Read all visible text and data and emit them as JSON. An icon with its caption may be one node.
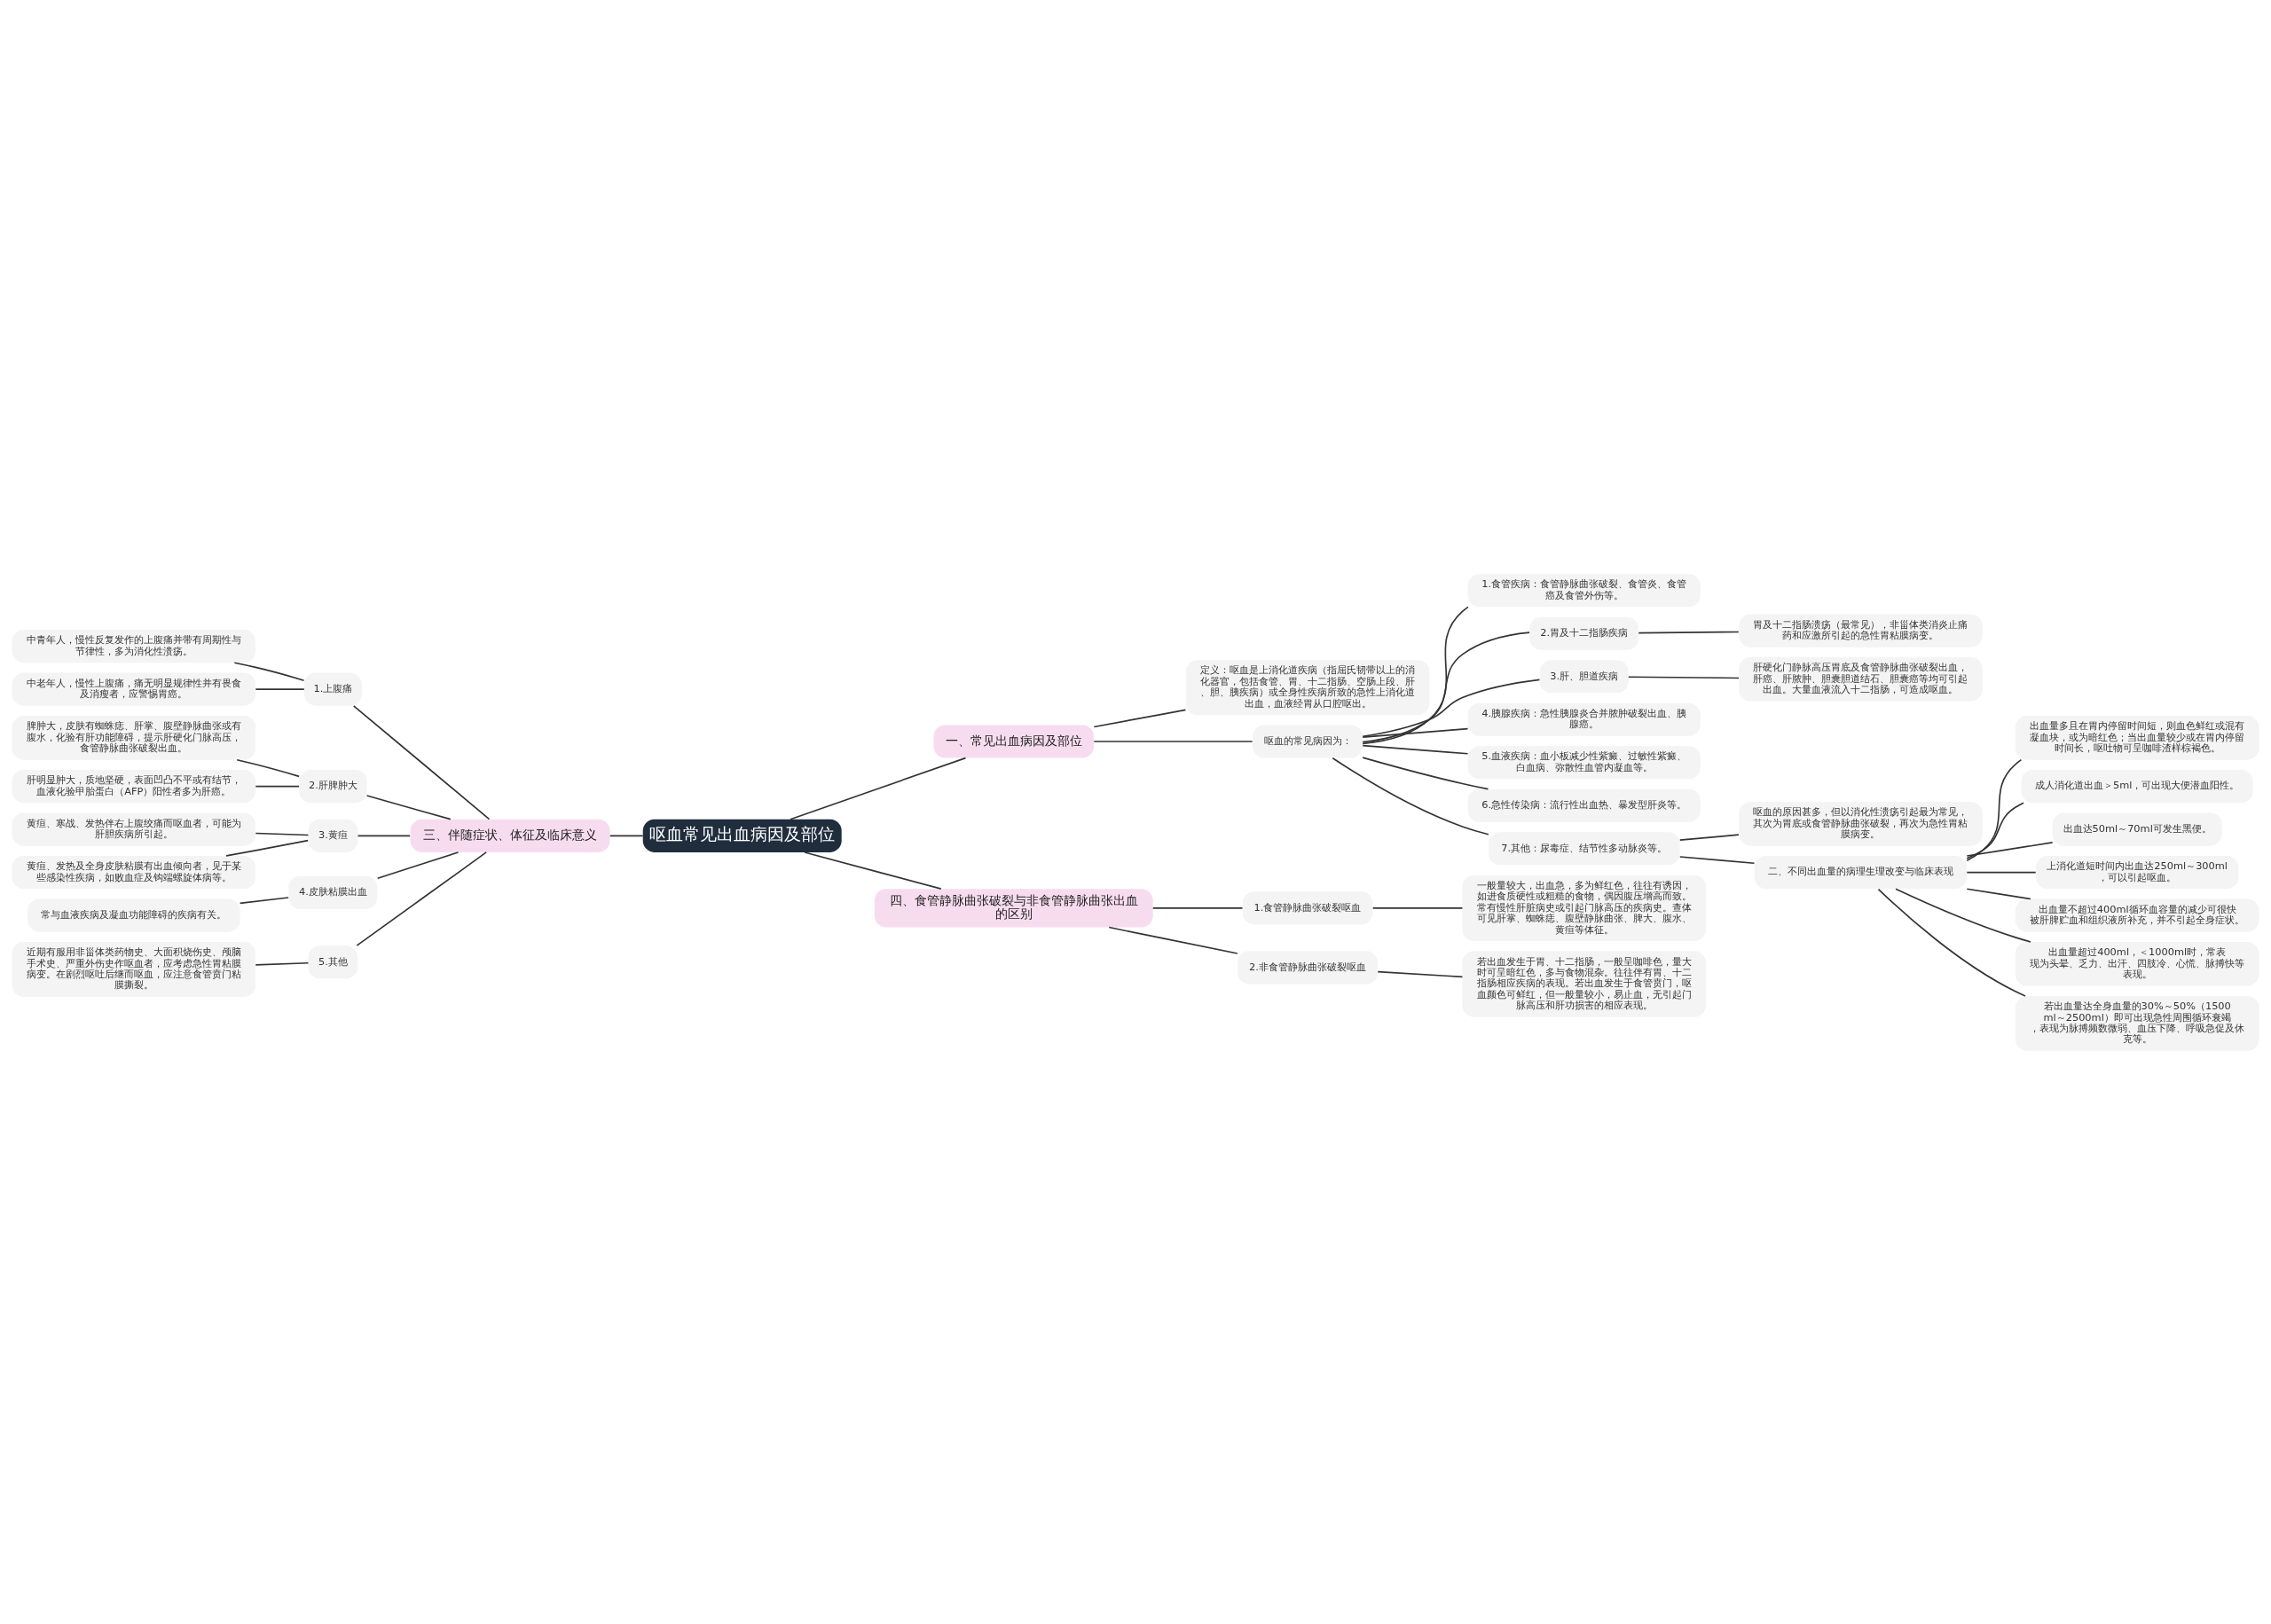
{
  "diagram": {
    "nodes": [
      {
        "text": [
          "呕血常见出血病因及部位"
        ]
      },
      {
        "text": [
          "一、常见出血病因及部位"
        ]
      },
      {
        "text": [
          "定义：呕血是上消化道疾病（指屈氏韧带以上的消化器官，包括食管、胃、十二指肠、空肠上段、肝、胆、胰疾病）或全身性疾病所致的急性上消化道出血，血液经胃从口腔呕出。"
        ]
      },
      {
        "text": [
          "呕血的常见病因为："
        ]
      },
      {
        "text": [
          "1.食管疾病：食管静脉曲张破裂、食管炎、食管癌及食管外伤等。"
        ]
      },
      {
        "text": [
          "2.胃及十二指肠疾病"
        ]
      },
      {
        "text": [
          "胃及十二指肠溃疡（最常见），非甾体类消炎止痛药和应激所引起的急性胃粘膜病变。"
        ]
      },
      {
        "text": [
          "3.肝、胆道疾病"
        ]
      },
      {
        "text": [
          "肝硬化门静脉高压胃底及食管静脉曲张破裂出血，肝癌、肝脓肿、胆囊胆道结石、胆囊癌等均可引起出血。大量血液流入十二指肠，可造成呕血。"
        ]
      },
      {
        "text": [
          "4.胰腺疾病：急性胰腺炎合并脓肿破裂出血、胰腺癌。"
        ]
      },
      {
        "text": [
          "5.血液疾病：血小板减少性紫癜、过敏性紫癜、白血病、弥散性血管内凝血等。"
        ]
      },
      {
        "text": [
          "6.急性传染病：流行性出血热、暴发型肝炎等。"
        ]
      },
      {
        "text": [
          "7.其他：尿毒症、结节性多动脉炎等。"
        ]
      },
      {
        "text": [
          "呕血的原因甚多，但以消化性溃疡引起最为常见，其次为胃底或食管静脉曲张破裂，再次为急性胃粘膜病变。"
        ]
      },
      {
        "text": [
          "二、不同出血量的病理生理改变与临床表现"
        ]
      },
      {
        "text": [
          "出血量多且在胃内停留时间短，则血色鲜红或混有凝血块，或为暗红色；当出血量较少或在胃内停留时间长，呕吐物可呈咖啡渣样棕褐色。"
        ]
      },
      {
        "text": [
          "成人消化道出血＞5ml，可出现大便潜血阳性。"
        ]
      },
      {
        "text": [
          "出血达50ml～70ml可发生黑便。"
        ]
      },
      {
        "text": [
          "上消化道短时间内出血达250ml～300ml，可以引起呕血。"
        ]
      },
      {
        "text": [
          "出血量不超过400ml循环血容量的减少可很快被肝脾贮血和组织液所补充，并不引起全身症状。"
        ]
      },
      {
        "text": [
          "出血量超过400ml，＜1000ml时，常表现为头晕、乏力、出汗、四肢冷、心慌、脉搏快等表现。"
        ]
      },
      {
        "text": [
          "若出血量达全身血量的30%～50%（1500ml～2500ml）即可出现急性周围循环衰竭，表现为脉搏频数微弱、血压下降、呼吸急促及休克等。"
        ]
      },
      {
        "text": [
          "四、食管静脉曲张破裂与非食管静脉曲张出血的区别"
        ]
      },
      {
        "text": [
          "1.食管静脉曲张破裂呕血"
        ]
      },
      {
        "text": [
          "一般量较大，出血急，多为鲜红色，往往有诱因，如进食质硬性或粗糙的食物，偶因腹压增高而致。常有慢性肝脏病史或引起门脉高压的疾病史。查体可见肝掌、蜘蛛痣、腹壁静脉曲张、脾大、腹水、黄疸等体征。"
        ]
      },
      {
        "text": [
          "2.非食管静脉曲张破裂呕血"
        ]
      },
      {
        "text": [
          "若出血发生于胃、十二指肠，一般呈咖啡色，量大时可呈暗红色，多与食物混杂。往往伴有胃、十二指肠相应疾病的表现。若出血发生于食管贲门，呕血颜色可鲜红，但一般量较小，易止血，无引起门脉高压和肝功损害的相应表现。"
        ]
      },
      {
        "text": [
          "三、伴随症状、体征及临床意义"
        ]
      },
      {
        "text": [
          "1.上腹痛"
        ]
      },
      {
        "text": [
          "中青年人，慢性反复发作的上腹痛并带有周期性与节律性，多为消化性溃疡。"
        ]
      },
      {
        "text": [
          "中老年人，慢性上腹痛，痛无明显规律性并有畏食及消瘦者，应警惕胃癌。"
        ]
      },
      {
        "text": [
          "2.肝脾肿大"
        ]
      },
      {
        "text": [
          "脾肿大，皮肤有蜘蛛痣、肝掌、腹壁静脉曲张或有腹水，化验有肝功能障碍，提示肝硬化门脉高压，食管静脉曲张破裂出血。"
        ]
      },
      {
        "text": [
          "肝明显肿大，质地坚硬，表面凹凸不平或有结节，血液化验甲胎蛋白（AFP）阳性者多为肝癌。"
        ]
      },
      {
        "text": [
          "3.黄疸"
        ]
      },
      {
        "text": [
          "黄疸、寒战、发热伴右上腹绞痛而呕血者，可能为肝胆疾病所引起。"
        ]
      },
      {
        "text": [
          "黄疸、发热及全身皮肤粘膜有出血倾向者，见于某些感染性疾病，如败血症及钩端螺旋体病等。"
        ]
      },
      {
        "text": [
          "4.皮肤粘膜出血"
        ]
      },
      {
        "text": [
          "常与血液疾病及凝血功能障碍的疾病有关。"
        ]
      },
      {
        "text": [
          "5.其他"
        ]
      },
      {
        "text": [
          "近期有服用非甾体类药物史、大面积烧伤史、颅脑手术史、严重外伤史作呕血者，应考虑急性胃粘膜病变。在剧烈呕吐后继而呕血，应注意食管贲门粘膜撕裂。"
        ]
      }
    ],
    "edges": [
      {
        "from": 0,
        "to": 1,
        "arrow": "none"
      },
      {
        "from": 1,
        "to": 2,
        "arrow": "none"
      },
      {
        "from": 1,
        "to": 3,
        "arrow": "none"
      },
      {
        "from": 3,
        "to": 4,
        "arrow": "none"
      },
      {
        "from": 3,
        "to": 5,
        "arrow": "none"
      },
      {
        "from": 5,
        "to": 6,
        "arrow": "none"
      },
      {
        "from": 3,
        "to": 7,
        "arrow": "none"
      },
      {
        "from": 7,
        "to": 8,
        "arrow": "none"
      },
      {
        "from": 3,
        "to": 9,
        "arrow": "none"
      },
      {
        "from": 3,
        "to": 10,
        "arrow": "none"
      },
      {
        "from": 3,
        "to": 11,
        "arrow": "none"
      },
      {
        "from": 3,
        "to": 12,
        "arrow": "none"
      },
      {
        "from": 12,
        "to": 13,
        "arrow": "none"
      },
      {
        "from": 12,
        "to": 14,
        "arrow": "none"
      },
      {
        "from": 14,
        "to": 15,
        "arrow": "none"
      },
      {
        "from": 14,
        "to": 16,
        "arrow": "none"
      },
      {
        "from": 14,
        "to": 17,
        "arrow": "none"
      },
      {
        "from": 14,
        "to": 18,
        "arrow": "none"
      },
      {
        "from": 14,
        "to": 19,
        "arrow": "none"
      },
      {
        "from": 14,
        "to": 20,
        "arrow": "none"
      },
      {
        "from": 14,
        "to": 21,
        "arrow": "none"
      },
      {
        "from": 0,
        "to": 22,
        "arrow": "none"
      },
      {
        "from": 22,
        "to": 23,
        "arrow": "none"
      },
      {
        "from": 23,
        "to": 24,
        "arrow": "none"
      },
      {
        "from": 22,
        "to": 25,
        "arrow": "none"
      },
      {
        "from": 25,
        "to": 26,
        "arrow": "none"
      },
      {
        "from": 27,
        "to": 0,
        "arrow": "none"
      },
      {
        "from": 28,
        "to": 27,
        "arrow": "none"
      },
      {
        "from": 29,
        "to": 28,
        "arrow": "none"
      },
      {
        "from": 30,
        "to": 28,
        "arrow": "none"
      },
      {
        "from": 31,
        "to": 27,
        "arrow": "none"
      },
      {
        "from": 32,
        "to": 31,
        "arrow": "none"
      },
      {
        "from": 33,
        "to": 31,
        "arrow": "none"
      },
      {
        "from": 34,
        "to": 27,
        "arrow": "none"
      },
      {
        "from": 35,
        "to": 34,
        "arrow": "none"
      },
      {
        "from": 36,
        "to": 34,
        "arrow": "none"
      },
      {
        "from": 37,
        "to": 27,
        "arrow": "none"
      },
      {
        "from": 38,
        "to": 37,
        "arrow": "none"
      },
      {
        "from": 39,
        "to": 27,
        "arrow": "none"
      },
      {
        "from": 40,
        "to": 39,
        "arrow": "none"
      }
    ]
  }
}
